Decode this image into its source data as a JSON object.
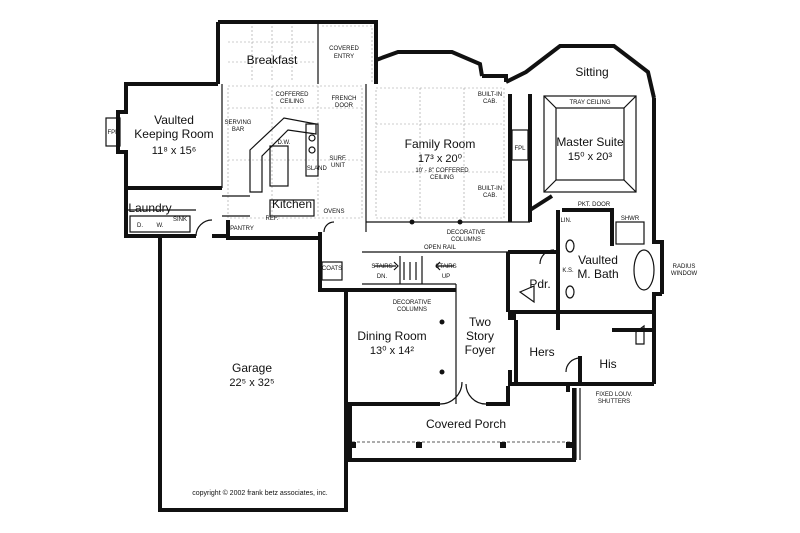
{
  "rooms": {
    "breakfast": "Breakfast",
    "covered_entry": [
      "COVERED",
      "ENTRY"
    ],
    "sitting": "Sitting",
    "keeping_room": [
      "Vaulted",
      "Keeping Room"
    ],
    "keeping_dim": "11⁸ x 15⁶",
    "family_room": "Family Room",
    "family_dim": "17³ x 20⁰",
    "master_suite": "Master Suite",
    "master_dim": "15⁰ x 20³",
    "kitchen": "Kitchen",
    "laundry": "Laundry",
    "pdr": "Pdr.",
    "master_bath": [
      "Vaulted",
      "M. Bath"
    ],
    "dining_room": "Dining Room",
    "dining_dim": "13⁰ x 14²",
    "foyer": [
      "Two",
      "Story",
      "Foyer"
    ],
    "hers": "Hers",
    "his": "His",
    "garage": "Garage",
    "garage_dim": "22⁵ x 32⁵",
    "covered_porch": "Covered Porch"
  },
  "notes": {
    "coffered_ceiling": [
      "COFFERED",
      "CEILING"
    ],
    "serving_bar": [
      "SERVING",
      "BAR"
    ],
    "dw": "D.W.",
    "island": "ISLAND",
    "surf_unit": [
      "SURF.",
      "UNIT"
    ],
    "ovens": "OVENS",
    "pantry": "PANTRY",
    "ref": "REF.",
    "sink": "SINK",
    "d": "D.",
    "w": "W.",
    "fpl_left": "FPL",
    "fpl_right": "FPL",
    "french_door": [
      "FRENCH",
      "DOOR"
    ],
    "built_in_cab_top": [
      "BUILT-IN",
      "CAB."
    ],
    "built_in_cab_bottom": [
      "BUILT-IN",
      "CAB."
    ],
    "family_ceiling": [
      "10' - 8\" COFFERED",
      "CEILING"
    ],
    "tray_ceiling": "TRAY CEILING",
    "pkt_door": "PKT. DOOR",
    "lin": "LIN.",
    "shwr": "SHWR",
    "ks": "K.S.",
    "radius_window": [
      "RADIUS",
      "WINDOW"
    ],
    "decorative_columns_top": [
      "DECORATIVE",
      "COLUMNS"
    ],
    "decorative_columns_dining": [
      "DECORATIVE",
      "COLUMNS"
    ],
    "open_rail": "OPEN RAIL",
    "coats": "COATS",
    "stairs_dn": [
      "STAIRS",
      "DN."
    ],
    "stairs_up": [
      "STAIRS",
      "UP"
    ],
    "fixed_louv": [
      "FIXED LOUV.",
      "SHUTTERS"
    ]
  },
  "copyright": "copyright © 2002 frank betz associates, inc."
}
